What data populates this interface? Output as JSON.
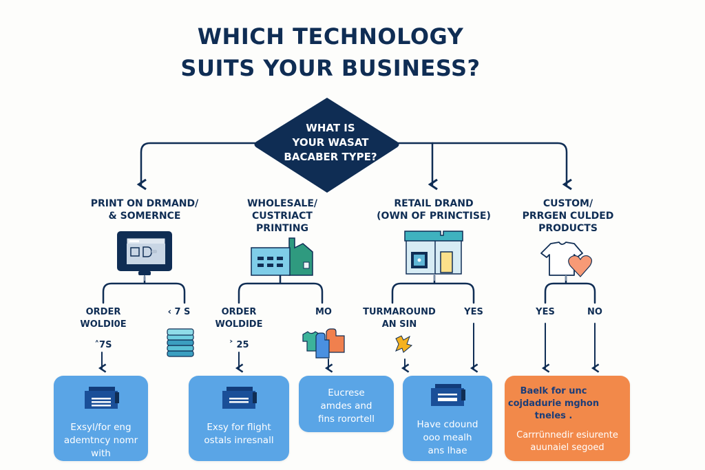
{
  "title": {
    "line1": "WHICH TECHNOLOGY",
    "line2": "SUITS YOUR BUSINESS?"
  },
  "decision": {
    "line1": "WHAT IS",
    "line2": "YOUR WASAT",
    "line3": "BACABER TYPE?"
  },
  "colors": {
    "navy": "#0f2d54",
    "card_blue": "#5aa5e6",
    "card_orange": "#f2894a",
    "background": "#fdfdfb"
  },
  "categories": [
    {
      "lines": [
        "PRINT ON DRMAND/",
        "& SOMERNCE"
      ],
      "icon": "monitor-icon"
    },
    {
      "lines": [
        "WHOLESALE/",
        "CUSTRIACT",
        "PRINTING"
      ],
      "icon": "factory-icon"
    },
    {
      "lines": [
        "RETAIL DRAND",
        "(OWN OF PRINCTISE)"
      ],
      "icon": "storefront-icon"
    },
    {
      "lines": [
        "CUSTOM/",
        "PRRGEN CULDED",
        "PRODUCTS"
      ],
      "icon": "tshirt-heart-icon"
    }
  ],
  "branches": {
    "pod_left": {
      "lines": [
        "ORDER",
        "WOLDI0E"
      ],
      "sub": "˄7S"
    },
    "pod_right": {
      "label": "‹ 7 S",
      "icon": "fabric-stack-icon"
    },
    "wholesale_left": {
      "lines": [
        "ORDER",
        "WOLDIDE"
      ],
      "sub": "˃ 25"
    },
    "wholesale_right": {
      "label": "MO",
      "icon": "garments-icon"
    },
    "retail_left": {
      "lines": [
        "TURMAROUND",
        "AN SIN"
      ],
      "icon": "lightning-icon"
    },
    "retail_right": {
      "label": "YES"
    },
    "custom_left": {
      "label": "YES"
    },
    "custom_right": {
      "label": "NO"
    }
  },
  "cards": [
    {
      "icon": "printer-icon",
      "lines": [
        "Exsyl/for eng",
        "ademtncy nomr",
        "with"
      ]
    },
    {
      "icon": "printer-icon",
      "lines": [
        "Exsy for flight",
        "ostals inresnall"
      ]
    },
    {
      "lines": [
        "Eucrese",
        "amdes and",
        "fins rorortell"
      ]
    },
    {
      "icon": "printer-icon",
      "lines": [
        "Have cdound",
        "ooo mealh",
        "ans lhae"
      ]
    },
    {
      "icon": "embroidery-hoop-icon",
      "dark_lines": [
        "Baelk for",
        "unc cojdadurie",
        "mghon tneles ."
      ],
      "light_lines": [
        "Carrrünnedir esiurente",
        "auunaiel segoed"
      ]
    }
  ]
}
